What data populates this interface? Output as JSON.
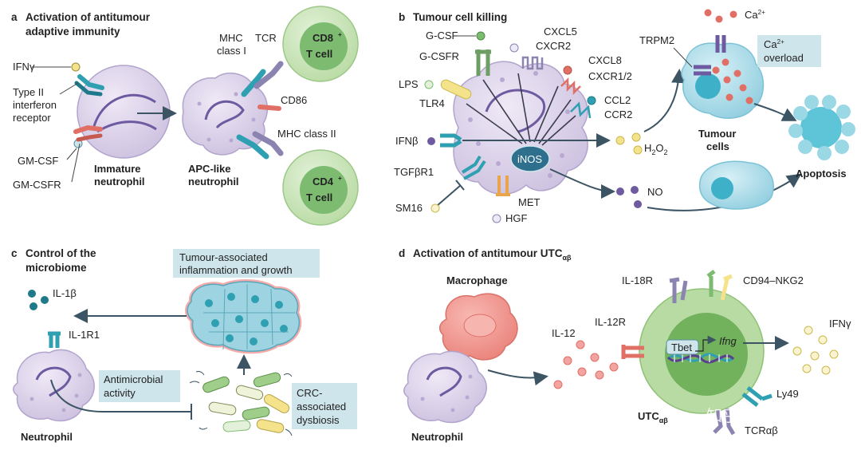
{
  "panels": {
    "a": {
      "letter": "a",
      "title_l1": "Activation of antitumour",
      "title_l2": "adaptive immunity",
      "ifng": "IFNγ",
      "receptor_l1": "Type II",
      "receptor_l2": "interferon",
      "receptor_l3": "receptor",
      "gmcsf": "GM-CSF",
      "gmcsfr": "GM-CSFR",
      "immature_l1": "Immature",
      "immature_l2": "neutrophil",
      "mhc1_l1": "MHC",
      "mhc1_l2": "class I",
      "tcr": "TCR",
      "cd86": "CD86",
      "mhc2": "MHC class II",
      "apc_l1": "APC-like",
      "apc_l2": "neutrophil",
      "cd8_l1": "CD8",
      "cd8_sup": "+",
      "cd8_l2": "T cell",
      "cd4_l1": "CD4",
      "cd4_sup": "+",
      "cd4_l2": "T cell"
    },
    "b": {
      "letter": "b",
      "title": "Tumour cell killing",
      "gcsf": "G-CSF",
      "gcsfr": "G-CSFR",
      "cxcl5": "CXCL5",
      "cxcr2": "CXCR2",
      "cxcl8": "CXCL8",
      "cxcr12": "CXCR1/2",
      "ccl2": "CCL2",
      "ccr2": "CCR2",
      "lps": "LPS",
      "tlr4": "TLR4",
      "ifnb": "IFNβ",
      "tgfbr1": "TGFβR1",
      "sm16": "SM16",
      "inos": "iNOS",
      "met": "MET",
      "hgf": "HGF",
      "h2o2_a": "H",
      "h2o2_sub1": "2",
      "h2o2_b": "O",
      "h2o2_sub2": "2",
      "no": "NO",
      "trpm2": "TRPM2",
      "ca": "Ca",
      "ca_sup": "2+",
      "overload_l1": "Ca",
      "overload_sup": "2+",
      "overload_l2": "overload",
      "tumour_l1": "Tumour",
      "tumour_l2": "cells",
      "apoptosis": "Apoptosis"
    },
    "c": {
      "letter": "c",
      "title_l1": "Control of the",
      "title_l2": "microbiome",
      "inflam_l1": "Tumour-associated",
      "inflam_l2": "inflammation and growth",
      "il1b": "IL-1β",
      "il1r1": "IL-1R1",
      "antimicrobial_l1": "Antimicrobial",
      "antimicrobial_l2": "activity",
      "crc_l1": "CRC-",
      "crc_l2": "associated",
      "crc_l3": "dysbiosis",
      "neutrophil": "Neutrophil"
    },
    "d": {
      "letter": "d",
      "title_main": "Activation of antitumour UTC",
      "title_sub": "αβ",
      "macrophage": "Macrophage",
      "neutrophil": "Neutrophil",
      "il12": "IL-12",
      "il12r": "IL-12R",
      "il18r": "IL-18R",
      "cd94": "CD94–NKG2",
      "tbet": "Tbet",
      "ifng_gene": "Ifng",
      "ifng": "IFNγ",
      "ly49": "Ly49",
      "tcrab": "TCRαβ",
      "utc": "UTC",
      "utc_sub": "αβ"
    }
  },
  "watermark": "知乎 @酸菜",
  "colors": {
    "neutrophil_fill": "#ded7ea",
    "neutrophil_dot": "#b8a9d2",
    "nucleus": "#8a78b4",
    "tcell_outer": "#c7e3b5",
    "tcell_inner": "#7cbb70",
    "tumour": "#b7e0ec",
    "tumour_nucleus": "#3eb0c8",
    "macrophage": "#f29a93",
    "utc_outer": "#b7dba3",
    "utc_inner": "#72b25d",
    "label_box": "#cfe5ec",
    "arrow": "#3c5464",
    "teal_receptor": "#2f9fb2",
    "red_receptor": "#e07066",
    "yellow_ligand": "#f4e38a"
  }
}
